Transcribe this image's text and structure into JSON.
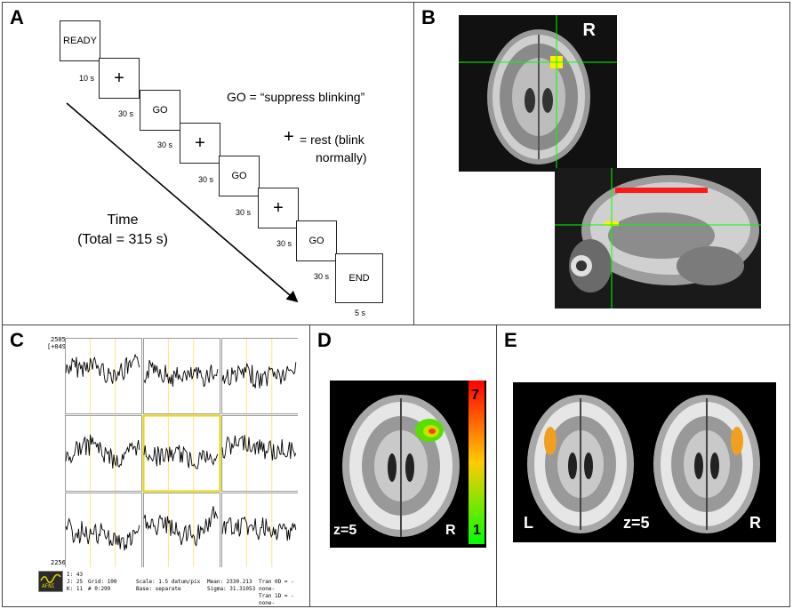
{
  "panels": {
    "a": {
      "label": "A"
    },
    "b": {
      "label": "B"
    },
    "c": {
      "label": "C"
    },
    "d": {
      "label": "D"
    },
    "e": {
      "label": "E"
    }
  },
  "design": {
    "blocks": [
      {
        "text": "READY",
        "duration": "10 s"
      },
      {
        "text": "+",
        "duration": "30 s"
      },
      {
        "text": "GO",
        "duration": "30 s"
      },
      {
        "text": "+",
        "duration": "30 s"
      },
      {
        "text": "GO",
        "duration": "30 s"
      },
      {
        "text": "+",
        "duration": "30 s"
      },
      {
        "text": "GO",
        "duration": "30 s"
      },
      {
        "text": "END",
        "duration": "5 s"
      }
    ],
    "go_legend": "GO = “suppress blinking”",
    "plus_symbol": "+",
    "rest_legend_line1": "= rest (blink",
    "rest_legend_line2": "normally)",
    "time_line1": "Time",
    "time_line2": "(Total = 315 s)"
  },
  "anatomy": {
    "right_label": "R"
  },
  "timeseries": {
    "ymax_label": "2505",
    "ymax_sub": "[+049]",
    "ymin_label": "2256",
    "info_col1": [
      "I: 43",
      "J: 25",
      "K: 11"
    ],
    "info_col2": [
      "Grid:   100",
      "#  0:299"
    ],
    "info_col3": [
      "Scale: 1.5 datum/pix",
      "Base: separate"
    ],
    "info_col4": [
      "Mean:   2330.213",
      "Sigma:  31.31053"
    ],
    "info_col5": [
      "Tran 0D = -none-",
      "Tran 1D = -none-"
    ],
    "logo_text": "AFNI"
  },
  "map_d": {
    "slice_label": "z=5",
    "right_label": "R",
    "colorbar_max": "7",
    "colorbar_min": "1"
  },
  "map_e": {
    "left_label": "L",
    "slice_label": "z=5",
    "right_label": "R"
  },
  "colors": {
    "crosshair": "#00ff00",
    "activation_yellow": "#ffee00",
    "sagittal_bar": "#ff1a1a",
    "trace": "#000000",
    "grid_line": "#ffe680",
    "selected_cell": "#e6d600",
    "orange_blob": "#f0a020"
  }
}
